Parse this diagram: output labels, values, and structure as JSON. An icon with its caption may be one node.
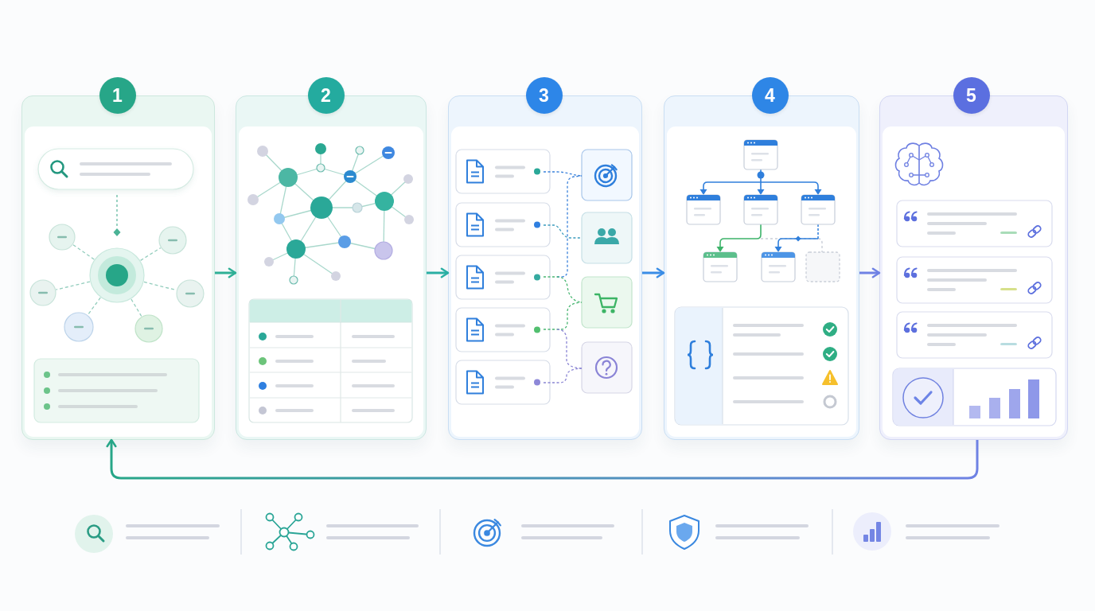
{
  "diagram": {
    "nodes": [
      {
        "text": [
          "1"
        ]
      },
      {
        "text": [
          "2"
        ]
      },
      {
        "text": [
          "3"
        ]
      },
      {
        "text": [
          "4"
        ]
      },
      {
        "text": [
          "5"
        ]
      }
    ],
    "edges": [
      {
        "from": 0,
        "to": 1,
        "arrow": "to",
        "color": "#2fb096"
      },
      {
        "from": 1,
        "to": 2,
        "arrow": "to",
        "color": "#2aafa4"
      },
      {
        "from": 2,
        "to": 3,
        "arrow": "to",
        "color": "#3a8de6"
      },
      {
        "from": 3,
        "to": 4,
        "arrow": "to",
        "color": "#6f82e4"
      },
      {
        "from": 4,
        "to": 0,
        "arrow": "to",
        "color": "#6f82e4"
      }
    ]
  }
}
